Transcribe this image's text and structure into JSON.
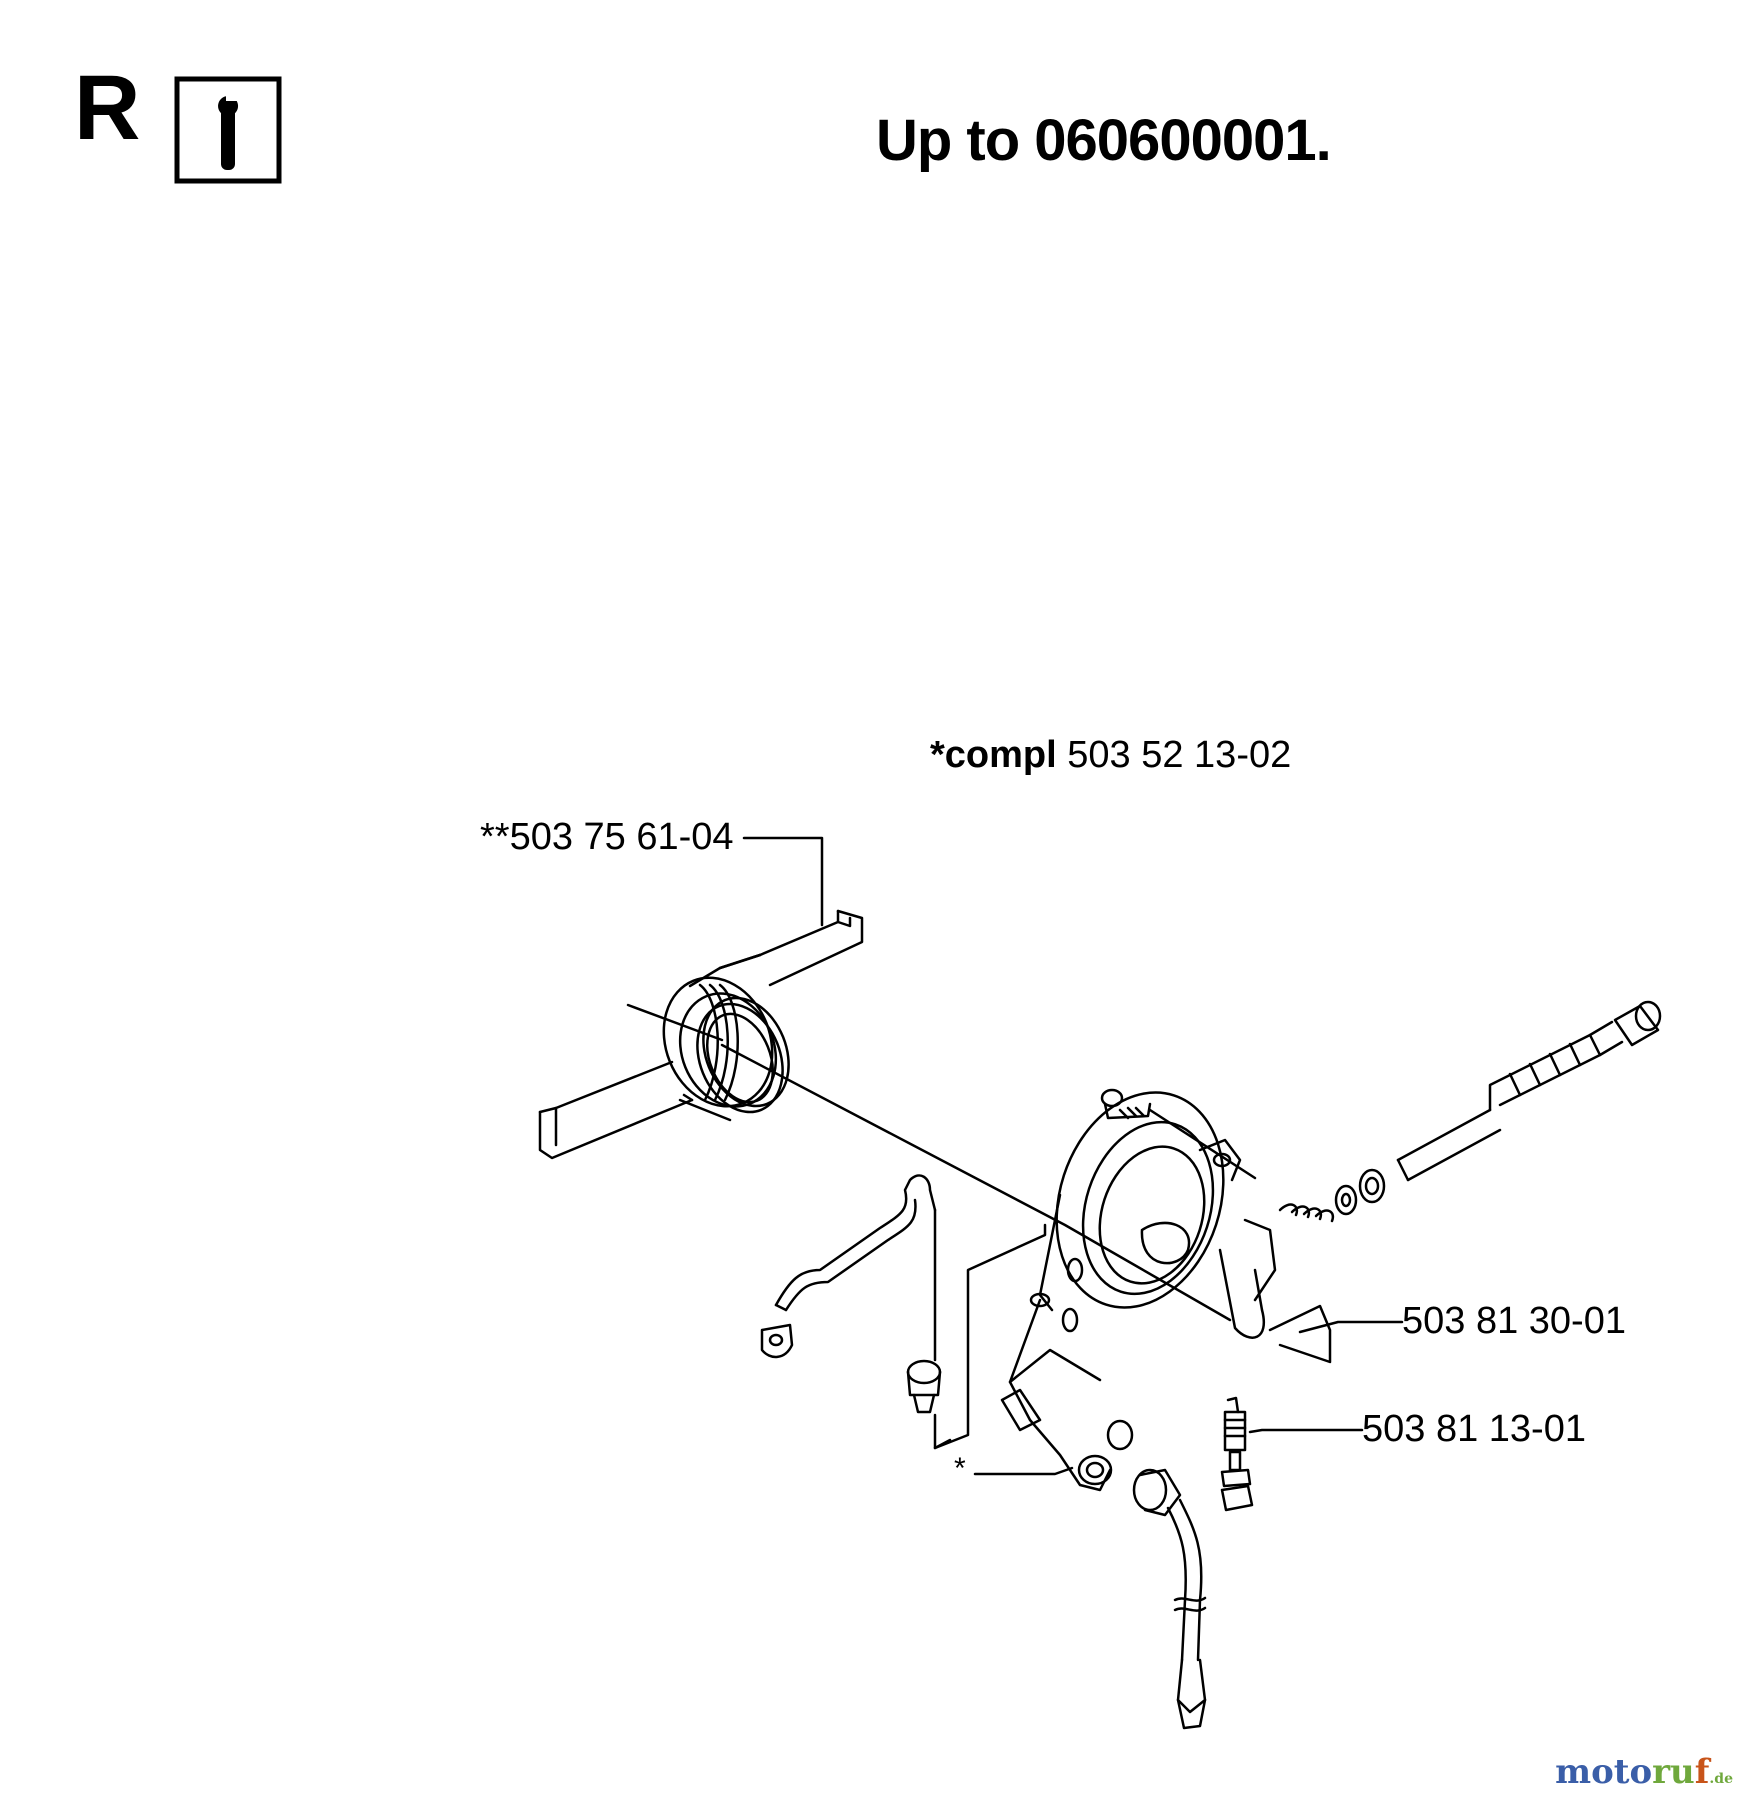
{
  "header": {
    "section_letter": "R",
    "icon": "service-tool-icon",
    "title": "Up to 060600001."
  },
  "assembly": {
    "compl_prefix": "*compl",
    "compl_number": "503 52 13-02"
  },
  "part_labels": [
    "**503 75 61-04",
    "503 81 30-01",
    "503 81 13-01",
    "*"
  ],
  "watermark": {
    "part_a": "moto",
    "part_b": "ru",
    "part_c": "f",
    "part_d": ".de"
  }
}
